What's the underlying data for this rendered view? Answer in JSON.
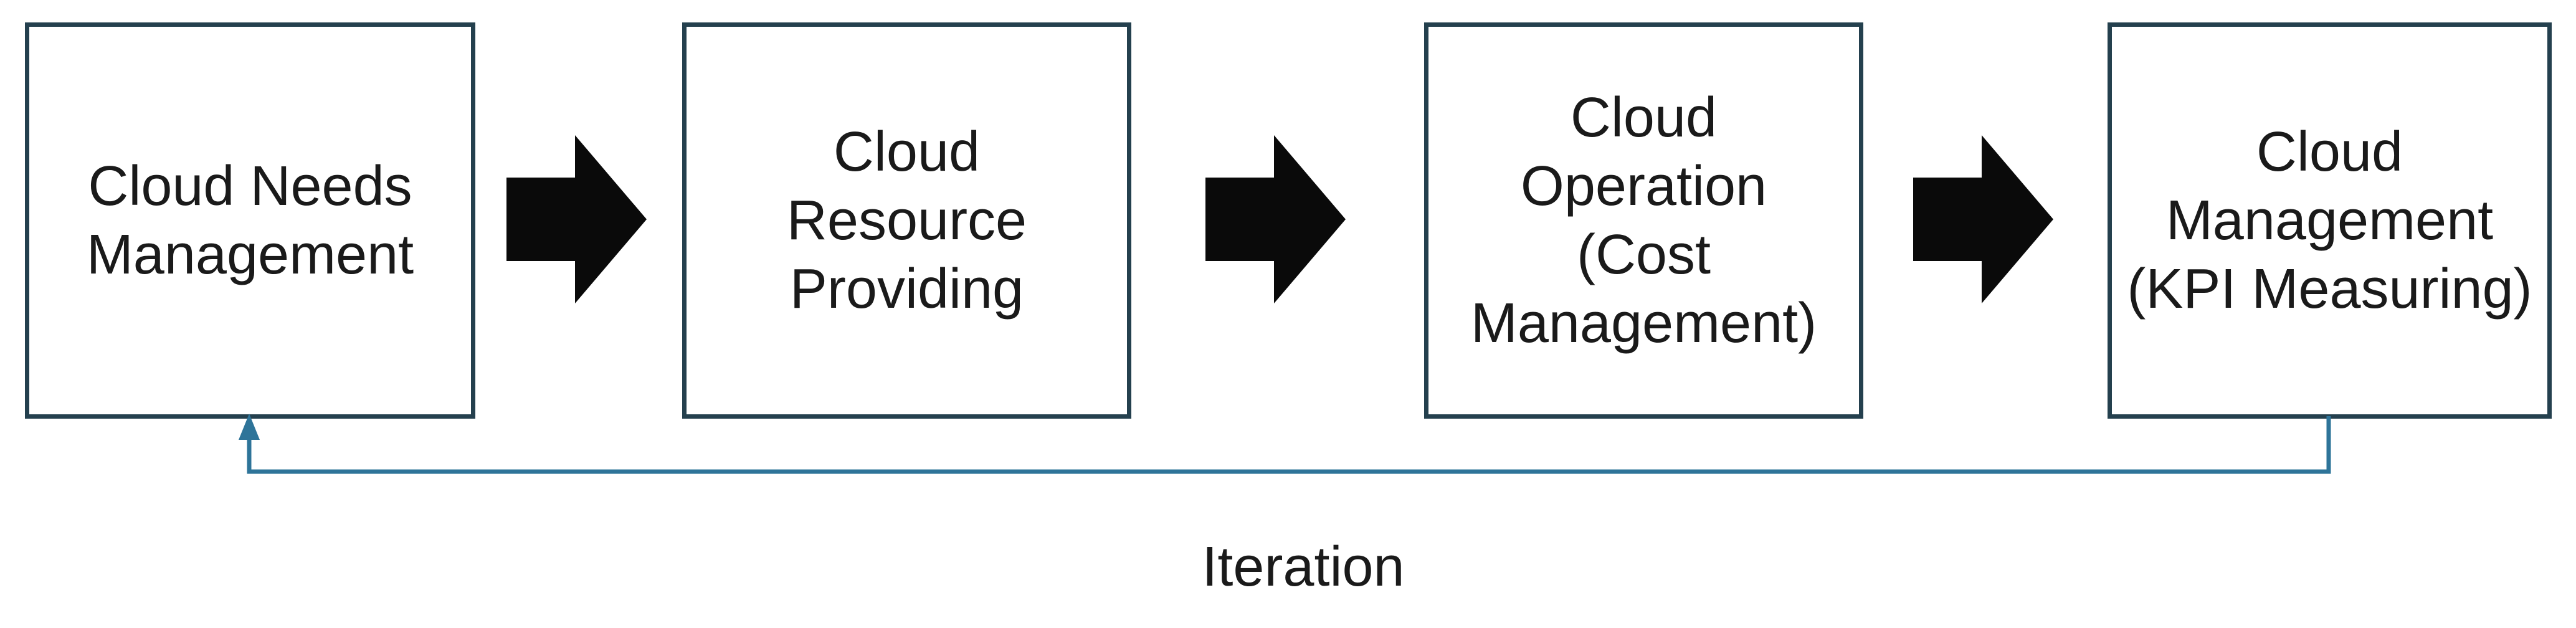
{
  "diagram": {
    "boxes": [
      {
        "label": "Cloud Needs\nManagement"
      },
      {
        "label": "Cloud\nResource\nProviding"
      },
      {
        "label": "Cloud\nOperation\n(Cost\nManagement)"
      },
      {
        "label": "Cloud\nManagement\n(KPI Measuring)"
      }
    ],
    "loop_label": "Iteration",
    "icons": {
      "flow_arrow": "right-block-arrow",
      "loop_arrow": "up-arrowhead"
    },
    "colors": {
      "box_border": "#24404E",
      "arrow_fill": "#0A0A0A",
      "loop_line": "#2E7499",
      "text": "#1A1A1A",
      "background": "#FFFFFF"
    }
  }
}
